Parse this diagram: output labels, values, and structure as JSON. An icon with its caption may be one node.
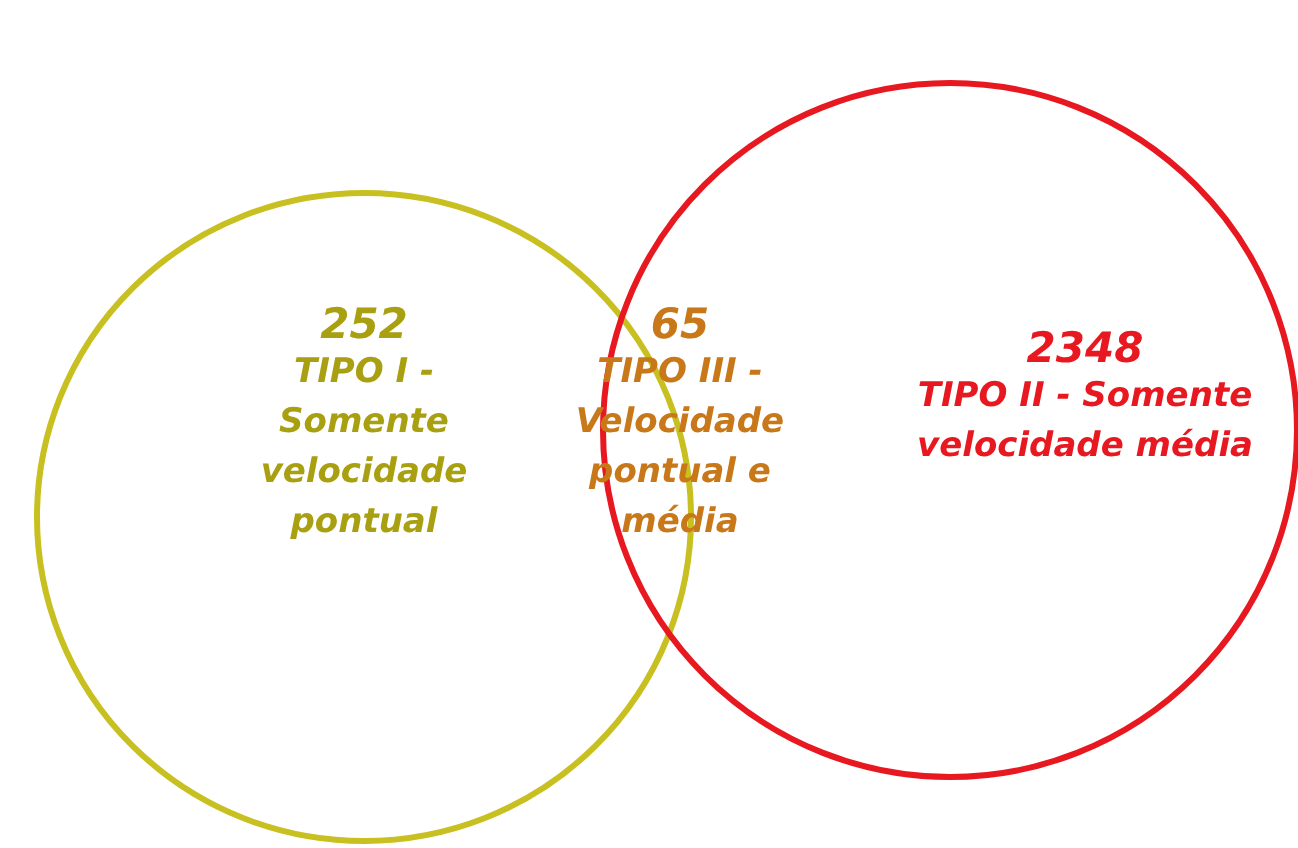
{
  "diagram": {
    "nodes": [
      {
        "text": [
          "252",
          "TIPO I - Somente velocidade pontual"
        ]
      },
      {
        "text": [
          "2348",
          "TIPO II - Somente velocidade média"
        ]
      }
    ],
    "labels": [
      "65",
      "TIPO III - Velocidade pontual e média"
    ]
  }
}
